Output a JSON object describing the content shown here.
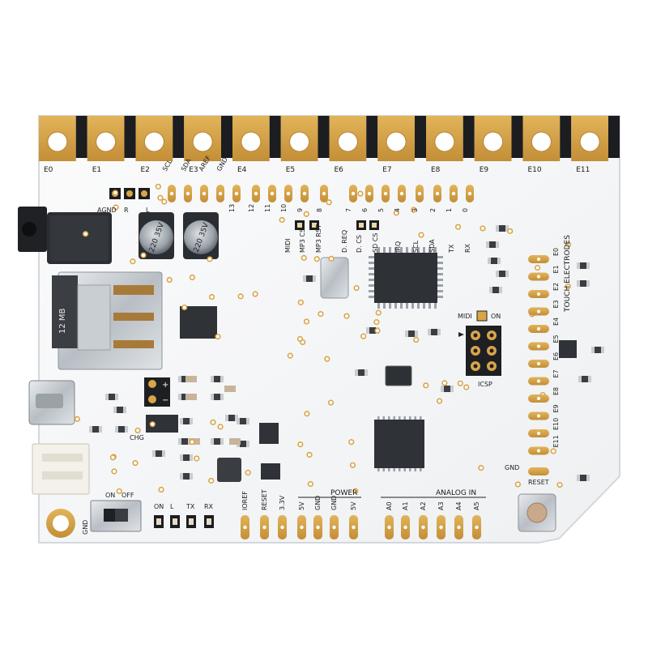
{
  "colors": {
    "board": "#f5f6f7",
    "board_edge": "#d9dcdf",
    "gold": "#d8a548",
    "gold_dark": "#b9852f",
    "chip": "#2f3236",
    "silk": "#222222"
  },
  "electrodes": [
    "E0",
    "E1",
    "E2",
    "E3",
    "E4",
    "E5",
    "E6",
    "E7",
    "E8",
    "E9",
    "E10",
    "E11"
  ],
  "top_header": {
    "left_labels": [
      "AGND",
      "R",
      "L"
    ],
    "i2c_labels": [
      "SCL",
      "SDA",
      "AREF",
      "GND"
    ],
    "pin_numbers": [
      "13",
      "12",
      "11",
      "10",
      "9",
      "8",
      "7",
      "6",
      "5",
      "4",
      "3",
      "2",
      "1",
      "0"
    ],
    "signal_labels": [
      "MIDI",
      "MP3 CS",
      "MP3 RST",
      "D. REQ",
      "D. CS",
      "SD CS",
      "IRQ",
      "SCL",
      "SDA",
      "TX",
      "RX"
    ]
  },
  "capacitors": [
    "220 35V",
    "220 35V"
  ],
  "sd_card_text": "12 MB",
  "touch_header": {
    "title": "TOUCH ELECTRODES",
    "pins": [
      "E0",
      "E1",
      "E2",
      "E3",
      "E4",
      "E5",
      "E6",
      "E7",
      "E8",
      "E9",
      "E10",
      "E11"
    ],
    "gnd": "GND"
  },
  "jumpers": {
    "midi": "MIDI",
    "on": "ON",
    "icsp": "ICSP"
  },
  "power": {
    "title": "POWER",
    "pins": [
      "IOREF",
      "RESET",
      "3.3V",
      "5V",
      "GND",
      "GND",
      "5V"
    ]
  },
  "analog": {
    "title": "ANALOG IN",
    "pins": [
      "A0",
      "A1",
      "A2",
      "A3",
      "A4",
      "A5"
    ]
  },
  "status_leds": [
    "ON",
    "L",
    "TX",
    "RX"
  ],
  "misc": {
    "chg": "CHG",
    "reset": "RESET",
    "switch_gnd": "GND",
    "switch_on": "ON",
    "switch_off": "OFF",
    "plus": "+",
    "minus": "−"
  }
}
